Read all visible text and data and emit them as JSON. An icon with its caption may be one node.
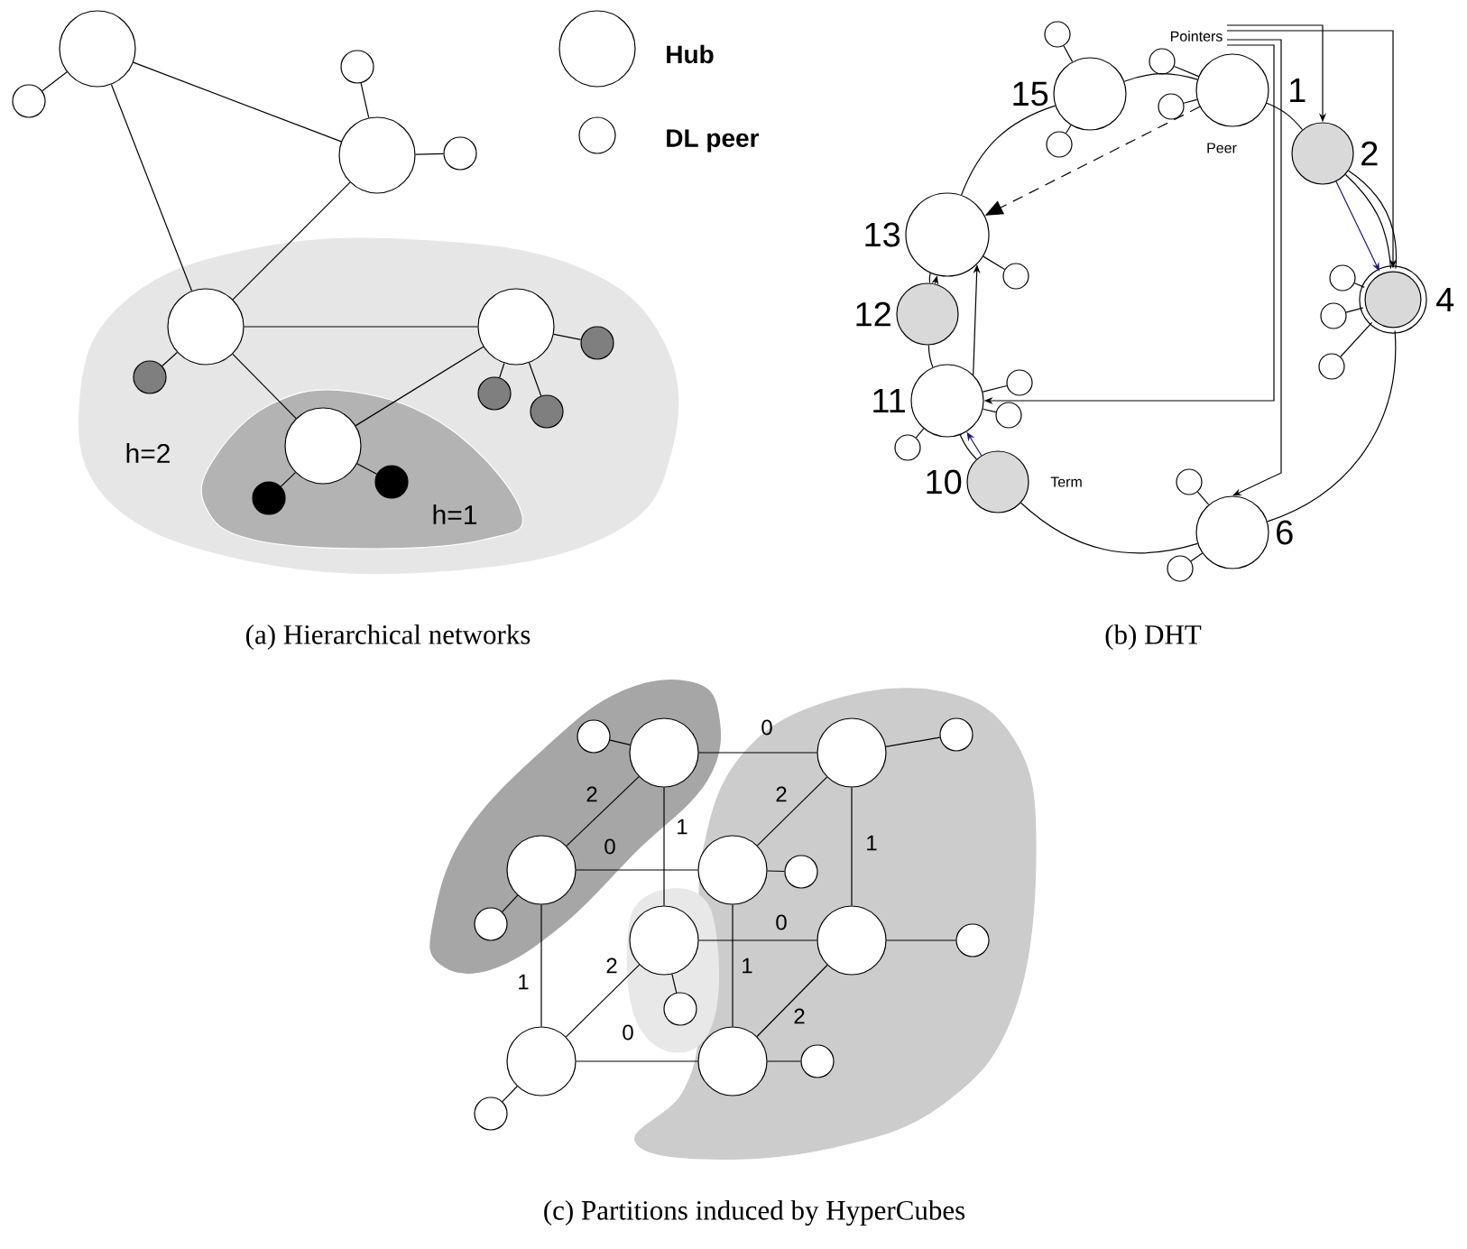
{
  "diagram": {
    "nodes": [
      {
        "text": [],
        "shape": "circle"
      },
      {
        "text": [],
        "shape": "circle"
      },
      {
        "text": [],
        "shape": "circle"
      },
      {
        "text": [],
        "shape": "circle"
      },
      {
        "text": [],
        "shape": "circle"
      },
      {
        "text": [
          "h=2"
        ]
      },
      {
        "text": [],
        "shape": "circle",
        "in": 5
      },
      {
        "text": [],
        "shape": "circle",
        "in": 5
      },
      {
        "text": [],
        "shape": "circle",
        "in": 5
      },
      {
        "text": [],
        "shape": "circle",
        "in": 5
      },
      {
        "text": [],
        "shape": "circle",
        "in": 5
      },
      {
        "text": [],
        "shape": "circle",
        "in": 5
      },
      {
        "text": [
          "h=1"
        ],
        "in": 5
      },
      {
        "text": [],
        "shape": "circle",
        "in": 12
      },
      {
        "text": [],
        "shape": "circle",
        "in": 12
      },
      {
        "text": [],
        "shape": "circle",
        "in": 12
      },
      {
        "text": [
          "Pointers"
        ]
      },
      {
        "text": [
          "15"
        ]
      },
      {
        "text": [],
        "shape": "circle"
      },
      {
        "text": [],
        "shape": "circle"
      },
      {
        "text": [
          "1"
        ],
        "beside": [
          "Peer"
        ]
      },
      {
        "text": [],
        "shape": "circle"
      },
      {
        "text": [],
        "shape": "circle"
      },
      {
        "text": [
          "2"
        ]
      },
      {
        "text": [
          "13"
        ]
      },
      {
        "text": [],
        "shape": "circle"
      },
      {
        "text": [
          "12"
        ]
      },
      {
        "text": [
          "4"
        ]
      },
      {
        "text": [],
        "shape": "circle"
      },
      {
        "text": [],
        "shape": "circle"
      },
      {
        "text": [],
        "shape": "circle"
      },
      {
        "text": [
          "11"
        ]
      },
      {
        "text": [],
        "shape": "circle"
      },
      {
        "text": [],
        "shape": "circle"
      },
      {
        "text": [],
        "shape": "circle"
      },
      {
        "text": [
          "10"
        ],
        "beside": [
          "Term"
        ]
      },
      {
        "text": [
          "6"
        ]
      },
      {
        "text": [],
        "shape": "circle"
      },
      {
        "text": [],
        "shape": "circle"
      },
      {
        "text": [],
        "shape": "blob"
      },
      {
        "text": [],
        "shape": "circle",
        "in": 39
      },
      {
        "text": [],
        "shape": "circle",
        "in": 39
      },
      {
        "text": [],
        "shape": "circle",
        "in": 39
      },
      {
        "text": [],
        "shape": "circle",
        "in": 39
      },
      {
        "text": [],
        "shape": "blob"
      },
      {
        "text": [],
        "shape": "circle",
        "in": 44
      },
      {
        "text": [],
        "shape": "circle",
        "in": 44
      },
      {
        "text": [],
        "shape": "circle",
        "in": 44
      },
      {
        "text": [],
        "shape": "circle",
        "in": 44
      },
      {
        "text": [],
        "shape": "blob"
      },
      {
        "text": [],
        "shape": "circle",
        "in": 49
      },
      {
        "text": [],
        "shape": "circle",
        "in": 49
      },
      {
        "text": [],
        "shape": "circle",
        "in": 44
      },
      {
        "text": [],
        "shape": "circle",
        "in": 44
      },
      {
        "text": [],
        "shape": "circle"
      },
      {
        "text": [],
        "shape": "circle"
      },
      {
        "text": [],
        "shape": "circle",
        "in": 44
      },
      {
        "text": [],
        "shape": "circle",
        "in": 44
      }
    ],
    "edges": [
      {
        "from": 0,
        "to": 2,
        "arrow": "none"
      },
      {
        "from": 0,
        "to": 6,
        "arrow": "none"
      },
      {
        "from": 2,
        "to": 6,
        "arrow": "none"
      },
      {
        "from": 6,
        "to": 8,
        "arrow": "none"
      },
      {
        "from": 6,
        "to": 13,
        "arrow": "none"
      },
      {
        "from": 8,
        "to": 13,
        "arrow": "none"
      },
      {
        "from": 0,
        "to": 1,
        "arrow": "none"
      },
      {
        "from": 2,
        "to": 3,
        "arrow": "none"
      },
      {
        "from": 2,
        "to": 4,
        "arrow": "none"
      },
      {
        "from": 6,
        "to": 7,
        "arrow": "none"
      },
      {
        "from": 8,
        "to": 9,
        "arrow": "none"
      },
      {
        "from": 8,
        "to": 10,
        "arrow": "none"
      },
      {
        "from": 8,
        "to": 11,
        "arrow": "none"
      },
      {
        "from": 13,
        "to": 14,
        "arrow": "none"
      },
      {
        "from": 13,
        "to": 15,
        "arrow": "none"
      },
      {
        "from": 17,
        "to": 20,
        "arrow": "none"
      },
      {
        "from": 20,
        "to": 23,
        "arrow": "none"
      },
      {
        "from": 23,
        "to": 27,
        "arrow": "none"
      },
      {
        "from": 23,
        "to": 27,
        "arrow": "none"
      },
      {
        "from": 27,
        "to": 36,
        "arrow": "none"
      },
      {
        "from": 36,
        "to": 35,
        "arrow": "none"
      },
      {
        "from": 35,
        "to": 31,
        "arrow": "none"
      },
      {
        "from": 31,
        "to": 26,
        "arrow": "none"
      },
      {
        "from": 26,
        "to": 24,
        "arrow": "none"
      },
      {
        "from": 24,
        "to": 17,
        "arrow": "none"
      },
      {
        "from": 17,
        "to": 18,
        "arrow": "none"
      },
      {
        "from": 17,
        "to": 19,
        "arrow": "none"
      },
      {
        "from": 20,
        "to": 21,
        "arrow": "none"
      },
      {
        "from": 20,
        "to": 22,
        "arrow": "none"
      },
      {
        "from": 24,
        "to": 25,
        "arrow": "none"
      },
      {
        "from": 27,
        "to": 28,
        "arrow": "none"
      },
      {
        "from": 27,
        "to": 29,
        "arrow": "none"
      },
      {
        "from": 27,
        "to": 30,
        "arrow": "none"
      },
      {
        "from": 31,
        "to": 32,
        "arrow": "none"
      },
      {
        "from": 31,
        "to": 33,
        "arrow": "none"
      },
      {
        "from": 31,
        "to": 34,
        "arrow": "none"
      },
      {
        "from": 36,
        "to": 37,
        "arrow": "none"
      },
      {
        "from": 36,
        "to": 38,
        "arrow": "none"
      },
      {
        "from": 16,
        "to": 23,
        "arrow": "to"
      },
      {
        "from": 16,
        "to": 27,
        "arrow": "to"
      },
      {
        "from": 16,
        "to": 36,
        "arrow": "to"
      },
      {
        "from": 16,
        "to": 31,
        "arrow": "to"
      },
      {
        "from": 20,
        "to": 24,
        "arrow": "to",
        "style": "dashed"
      },
      {
        "from": 23,
        "to": 27,
        "arrow": "to",
        "color": "#1c1c6b"
      },
      {
        "from": 26,
        "to": 24,
        "arrow": "to"
      },
      {
        "from": 31,
        "to": 24,
        "arrow": "to"
      },
      {
        "from": 35,
        "to": 31,
        "arrow": "to",
        "color": "#1c1c6b"
      },
      {
        "from": 40,
        "to": 45,
        "arrow": "none",
        "label": "0"
      },
      {
        "from": 40,
        "to": 42,
        "arrow": "none",
        "label": "2"
      },
      {
        "from": 40,
        "to": 50,
        "arrow": "none",
        "label": "1"
      },
      {
        "from": 42,
        "to": 47,
        "arrow": "none",
        "label": "0"
      },
      {
        "from": 42,
        "to": 54,
        "arrow": "none",
        "label": "1"
      },
      {
        "from": 45,
        "to": 47,
        "arrow": "none",
        "label": "2"
      },
      {
        "from": 45,
        "to": 52,
        "arrow": "none",
        "label": "1"
      },
      {
        "from": 50,
        "to": 52,
        "arrow": "none",
        "label": "0"
      },
      {
        "from": 50,
        "to": 54,
        "arrow": "none",
        "label": "2"
      },
      {
        "from": 47,
        "to": 56,
        "arrow": "none",
        "label": "1"
      },
      {
        "from": 54,
        "to": 56,
        "arrow": "none",
        "label": "0"
      },
      {
        "from": 52,
        "to": 56,
        "arrow": "none",
        "label": "2"
      },
      {
        "from": 40,
        "to": 41,
        "arrow": "none"
      },
      {
        "from": 45,
        "to": 46,
        "arrow": "none"
      },
      {
        "from": 42,
        "to": 43,
        "arrow": "none"
      },
      {
        "from": 47,
        "to": 48,
        "arrow": "none"
      },
      {
        "from": 50,
        "to": 51,
        "arrow": "none"
      },
      {
        "from": 52,
        "to": 53,
        "arrow": "none"
      },
      {
        "from": 54,
        "to": 55,
        "arrow": "none"
      },
      {
        "from": 56,
        "to": 57,
        "arrow": "none"
      }
    ],
    "labels": [
      "(a) Hierarchical networks",
      "(b) DHT",
      "(c) Partitions induced by HyperCubes"
    ],
    "legend": [
      {
        "text": "Hub"
      },
      {
        "text": "DL peer"
      }
    ]
  }
}
